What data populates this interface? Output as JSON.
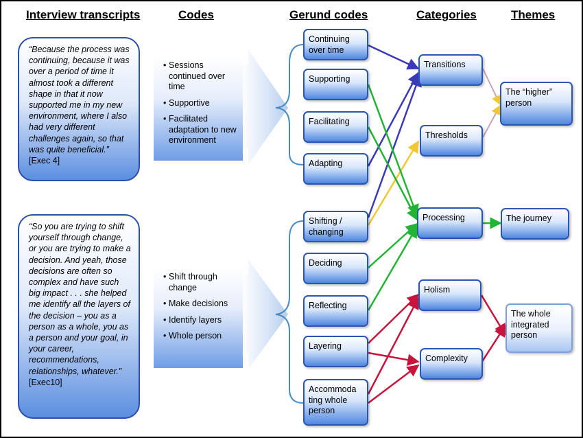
{
  "headers": {
    "transcripts": "Interview transcripts",
    "codes": "Codes",
    "gerund": "Gerund codes",
    "categories": "Categories",
    "themes": "Themes"
  },
  "quotes": [
    {
      "text": "“Because the process was continuing, because it was over a period of time it almost took a different shape in that it now supported me in my new environment, where I also had very different challenges again, so that was quite beneficial.”",
      "source": "[Exec 4]"
    },
    {
      "text": "“So you are trying to shift yourself through change, or you are trying to make a decision. And yeah, those decisions are often so complex and have such big impact . . . she helped me identify all the layers of the decision – you as a person as a whole, you as a person and your goal, in your career, recommendations, relationships, whatever.”",
      "source": "[Exec10]"
    }
  ],
  "codes": [
    [
      "Sessions continued over time",
      "Supportive",
      "Facilitated adaptation to new environment"
    ],
    [
      "Shift through change",
      "Make decisions",
      "Identify layers",
      "Whole person"
    ]
  ],
  "gerunds": [
    "Continuing over time",
    "Supporting",
    "Facilitating",
    "Adapting",
    "Shifting / changing",
    "Deciding",
    "Reflecting",
    "Layering",
    "Accommoda ting whole person"
  ],
  "categories": [
    "Transitions",
    "Thresholds",
    "Processing",
    "Holism",
    "Complexity"
  ],
  "themes": [
    "The “higher” person",
    "The journey",
    "The whole integrated person"
  ],
  "colors": {
    "blue_arrow": "#3a3ab8",
    "green_arrow": "#22b534",
    "yellow_arrow": "#f2c832",
    "red_arrow": "#c8143c",
    "mauve_arrow": "#c7a3b9",
    "bracket": "#4a8cbf"
  }
}
